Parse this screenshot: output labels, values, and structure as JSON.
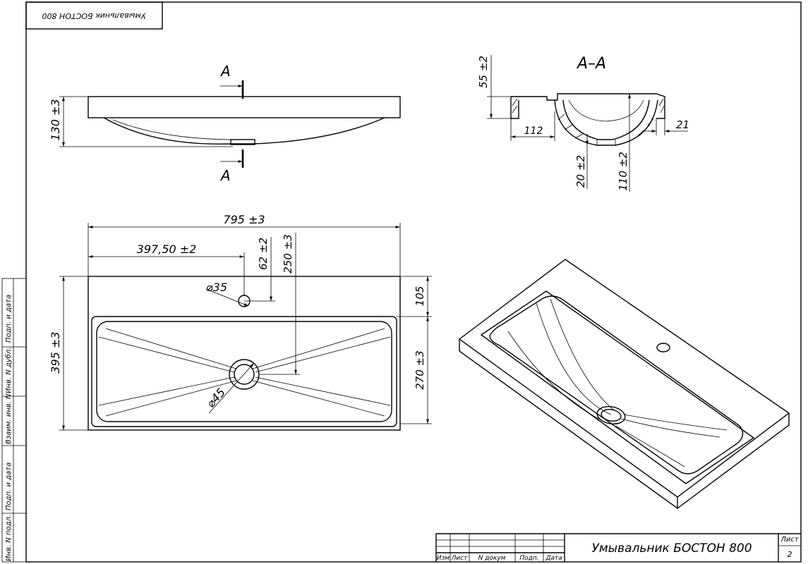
{
  "corner_stamp": "Умывальник БОСТОН 800",
  "side_view": {
    "section_letter_top": "A",
    "section_letter_bottom": "A",
    "height_dim": "130 ±3"
  },
  "section_view": {
    "title": "A–A",
    "dims": {
      "rim_height": "55 ±2",
      "offset_left": "112",
      "wall": "21",
      "drain_depth": "20 ±2",
      "bowl_depth": "110 ±2"
    }
  },
  "plan_view": {
    "dims": {
      "overall_width": "795 ±3",
      "hole_offset": "397,50 ±2",
      "hole_y": "62 ±2",
      "drain_y": "250 ±3",
      "hole_dia": "⌀35",
      "drain_dia": "⌀45",
      "overall_depth": "395 ±3",
      "shelf_depth": "105",
      "bowl_length": "270 ±3"
    }
  },
  "side_strip": {
    "cells": [
      "Подп. и дата",
      "Инв. N дубл.",
      "Взаим. инв. N",
      "Подп. и дата",
      "Инв. N подл."
    ]
  },
  "title_block": {
    "title": "Умывальник БОСТОН 800",
    "columns": [
      "Изм",
      "Лист",
      "N докум",
      "Подп.",
      "Дата"
    ],
    "sheet_label": "Лист",
    "sheet_number": "2"
  }
}
